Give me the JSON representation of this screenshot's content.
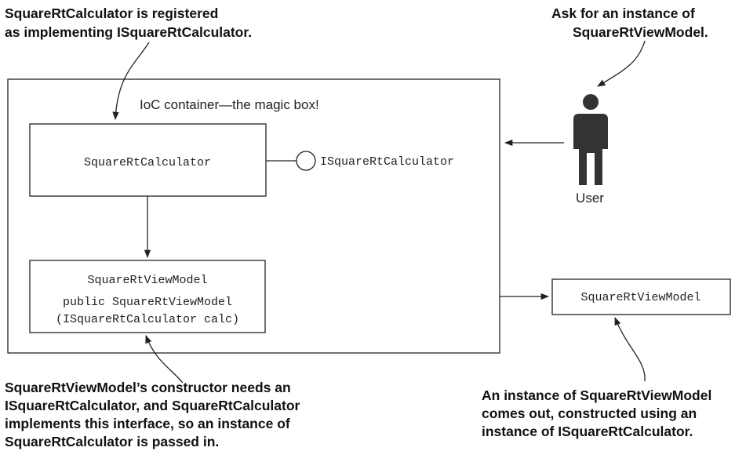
{
  "notes": {
    "top_left": [
      "SquareRtCalculator is registered",
      "as implementing ISquareRtCalculator."
    ],
    "top_right": [
      "Ask for an instance of",
      "SquareRtViewModel."
    ],
    "bottom_left": [
      "SquareRtViewModel’s constructor needs an",
      "ISquareRtCalculator, and SquareRtCalculator",
      "implements this interface, so an instance of",
      "SquareRtCalculator is passed in."
    ],
    "bottom_right": [
      "An instance of SquareRtViewModel",
      "comes out, constructed using an",
      "instance of ISquareRtCalculator."
    ]
  },
  "container": {
    "title": "IoC container—the magic box!",
    "calculator_box": "SquareRtCalculator",
    "interface_label": "ISquareRtCalculator",
    "viewmodel_box": {
      "title": "SquareRtViewModel",
      "line1": "public SquareRtViewModel",
      "line2": "(ISquareRtCalculator calc)"
    }
  },
  "user": {
    "label": "User"
  },
  "output_box": "SquareRtViewModel",
  "colors": {
    "ink": "#222222",
    "figure": "#333333",
    "background": "#ffffff"
  }
}
